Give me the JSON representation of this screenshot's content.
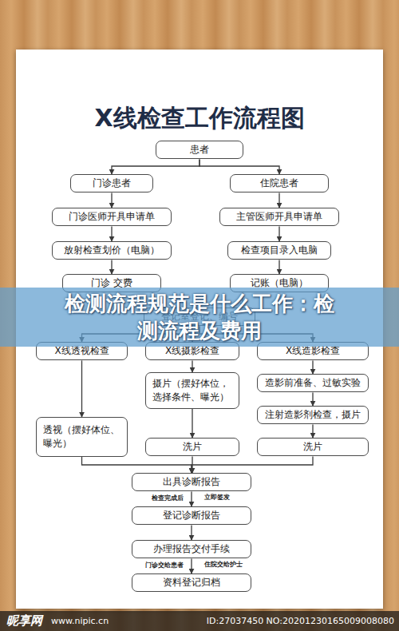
{
  "diagram": {
    "title": "X线检查工作流程图",
    "nodes": [
      {
        "text": [
          "患者"
        ]
      },
      {
        "text": [
          "门诊患者"
        ]
      },
      {
        "text": [
          "住院患者"
        ]
      },
      {
        "text": [
          "门诊医师开具申请单"
        ]
      },
      {
        "text": [
          "主管医师开具申请单"
        ]
      },
      {
        "text": [
          "放射检查划价（电脑）"
        ]
      },
      {
        "text": [
          "检查项目录入电脑"
        ]
      },
      {
        "text": [
          "门诊 交费"
        ]
      },
      {
        "text": [
          "记账（电脑）"
        ]
      },
      {
        "text": [
          "登记室登记、编号"
        ]
      },
      {
        "text": [
          "X线透视检查"
        ]
      },
      {
        "text": [
          "X线摄影检查"
        ]
      },
      {
        "text": [
          "X线造影检查"
        ]
      },
      {
        "text": [
          "摄片（摆好体位，选择条件、曝光）"
        ]
      },
      {
        "text": [
          "造影前准备、过敏实验"
        ]
      },
      {
        "text": [
          "注射造影剂检查，摄片"
        ]
      },
      {
        "text": [
          "透视（摆好体位、曝光）"
        ]
      },
      {
        "text": [
          "洗片"
        ]
      },
      {
        "text": [
          "洗片"
        ]
      },
      {
        "text": [
          "出具诊断报告"
        ]
      },
      {
        "text": [
          "登记诊断报告"
        ]
      },
      {
        "text": [
          "办理报告交付手续"
        ]
      },
      {
        "text": [
          "资料登记归档"
        ]
      }
    ],
    "edges": [
      {
        "from": 0,
        "to": 1,
        "arrow": "to"
      },
      {
        "from": 0,
        "to": 2,
        "arrow": "to"
      },
      {
        "from": 1,
        "to": 3,
        "arrow": "to"
      },
      {
        "from": 3,
        "to": 5,
        "arrow": "to"
      },
      {
        "from": 5,
        "to": 7,
        "arrow": "to"
      },
      {
        "from": 2,
        "to": 4,
        "arrow": "to"
      },
      {
        "from": 4,
        "to": 6,
        "arrow": "to"
      },
      {
        "from": 6,
        "to": 8,
        "arrow": "to"
      },
      {
        "from": 7,
        "to": 9,
        "arrow": "to"
      },
      {
        "from": 8,
        "to": 9,
        "arrow": "to"
      },
      {
        "from": 9,
        "to": 10,
        "arrow": "to"
      },
      {
        "from": 9,
        "to": 11,
        "arrow": "to"
      },
      {
        "from": 9,
        "to": 12,
        "arrow": "to"
      },
      {
        "from": 10,
        "to": 16,
        "arrow": "to"
      },
      {
        "from": 11,
        "to": 13,
        "arrow": "to"
      },
      {
        "from": 13,
        "to": 17,
        "arrow": "to"
      },
      {
        "from": 12,
        "to": 14,
        "arrow": "to"
      },
      {
        "from": 14,
        "to": 15,
        "arrow": "to"
      },
      {
        "from": 15,
        "to": 18,
        "arrow": "to"
      },
      {
        "from": 16,
        "to": 19,
        "arrow": "to"
      },
      {
        "from": 17,
        "to": 19,
        "arrow": "to"
      },
      {
        "from": 18,
        "to": 19,
        "arrow": "to"
      },
      {
        "from": 19,
        "to": 20,
        "label": "检查完成后",
        "arrow": "to"
      },
      {
        "from": 20,
        "to": 21,
        "arrow": "to"
      },
      {
        "from": 21,
        "to": 22,
        "label": "门诊交给患者",
        "arrow": "to"
      }
    ],
    "labels": [
      "立即签发",
      "住院交给护士",
      "检测流程规范是什么工作：检测流程及费用",
      "昵享网",
      "www.nipic.cn",
      "ID:27037450 NO:20201230165009008080"
    ]
  }
}
